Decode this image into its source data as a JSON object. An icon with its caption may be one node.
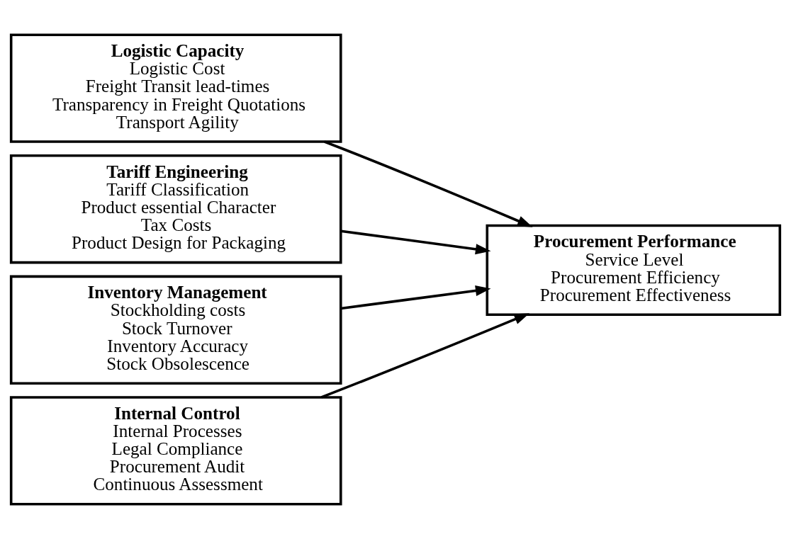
{
  "diagram": {
    "nodes": [
      {
        "text": [
          "Logistic Capacity",
          "Logistic Cost",
          "Freight Transit lead-times",
          "Transparency in Freight Quotations",
          "Transport Agility"
        ]
      },
      {
        "text": [
          "Tariff Engineering",
          "Tariff Classification",
          "Product essential Character",
          "Tax Costs",
          "Product Design for Packaging"
        ]
      },
      {
        "text": [
          "Inventory Management",
          "Stockholding costs",
          "Stock Turnover",
          "Inventory Accuracy",
          "Stock Obsolescence"
        ]
      },
      {
        "text": [
          "Internal Control",
          "Internal Processes",
          "Legal Compliance",
          "Procurement Audit",
          "Continuous Assessment"
        ]
      },
      {
        "text": [
          "Procurement Performance",
          "Service Level",
          "Procurement Efficiency",
          "Procurement Effectiveness"
        ]
      }
    ],
    "edges": [
      {
        "from": 0,
        "to": 4,
        "arrow": "to"
      },
      {
        "from": 1,
        "to": 4,
        "arrow": "to"
      },
      {
        "from": 2,
        "to": 4,
        "arrow": "to"
      },
      {
        "from": 3,
        "to": 4,
        "arrow": "to"
      }
    ]
  }
}
